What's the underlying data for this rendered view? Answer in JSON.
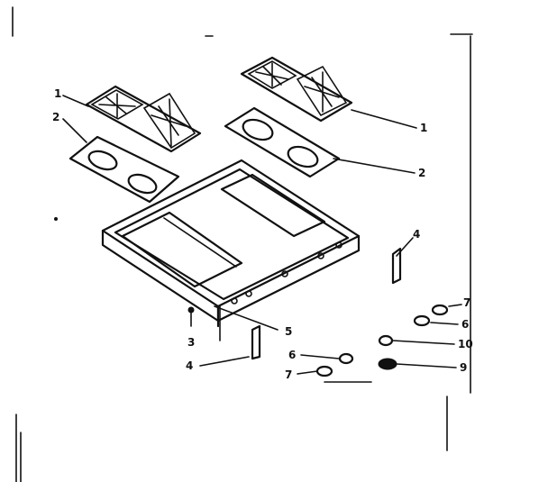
{
  "diagram": {
    "callouts": {
      "c1_left": "1",
      "c2_left": "2",
      "c1_right": "1",
      "c2_right": "2",
      "c4_right": "4",
      "c3": "3",
      "c4_left": "4",
      "c5": "5",
      "c6_low": "6",
      "c7_low": "7",
      "c7_high": "7",
      "c6_high": "6",
      "c10": "10",
      "c9": "9"
    }
  }
}
